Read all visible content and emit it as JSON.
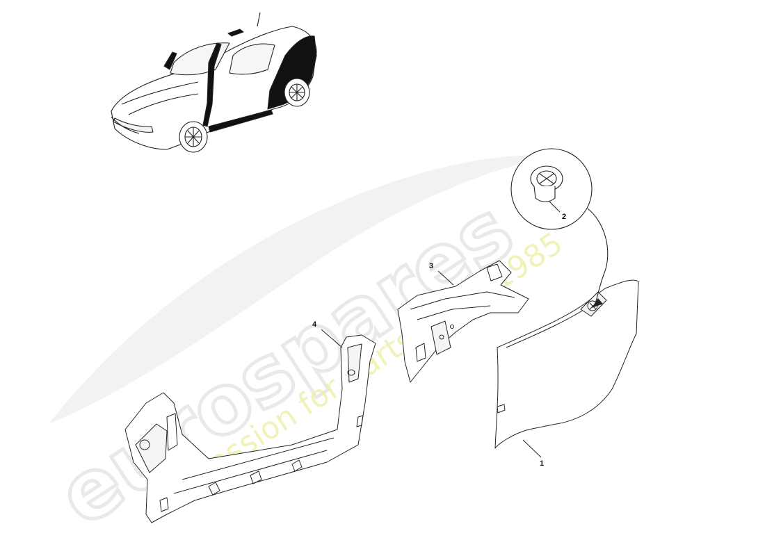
{
  "watermark": {
    "brand": "eurospares",
    "tagline": "a passion for parts since 1985",
    "brand_color": "#dcdcdc",
    "tagline_color": "#e8ec9a"
  },
  "callouts": [
    {
      "id": "1",
      "label": "1"
    },
    {
      "id": "2",
      "label": "2"
    },
    {
      "id": "3",
      "label": "3"
    },
    {
      "id": "4",
      "label": "4"
    }
  ]
}
